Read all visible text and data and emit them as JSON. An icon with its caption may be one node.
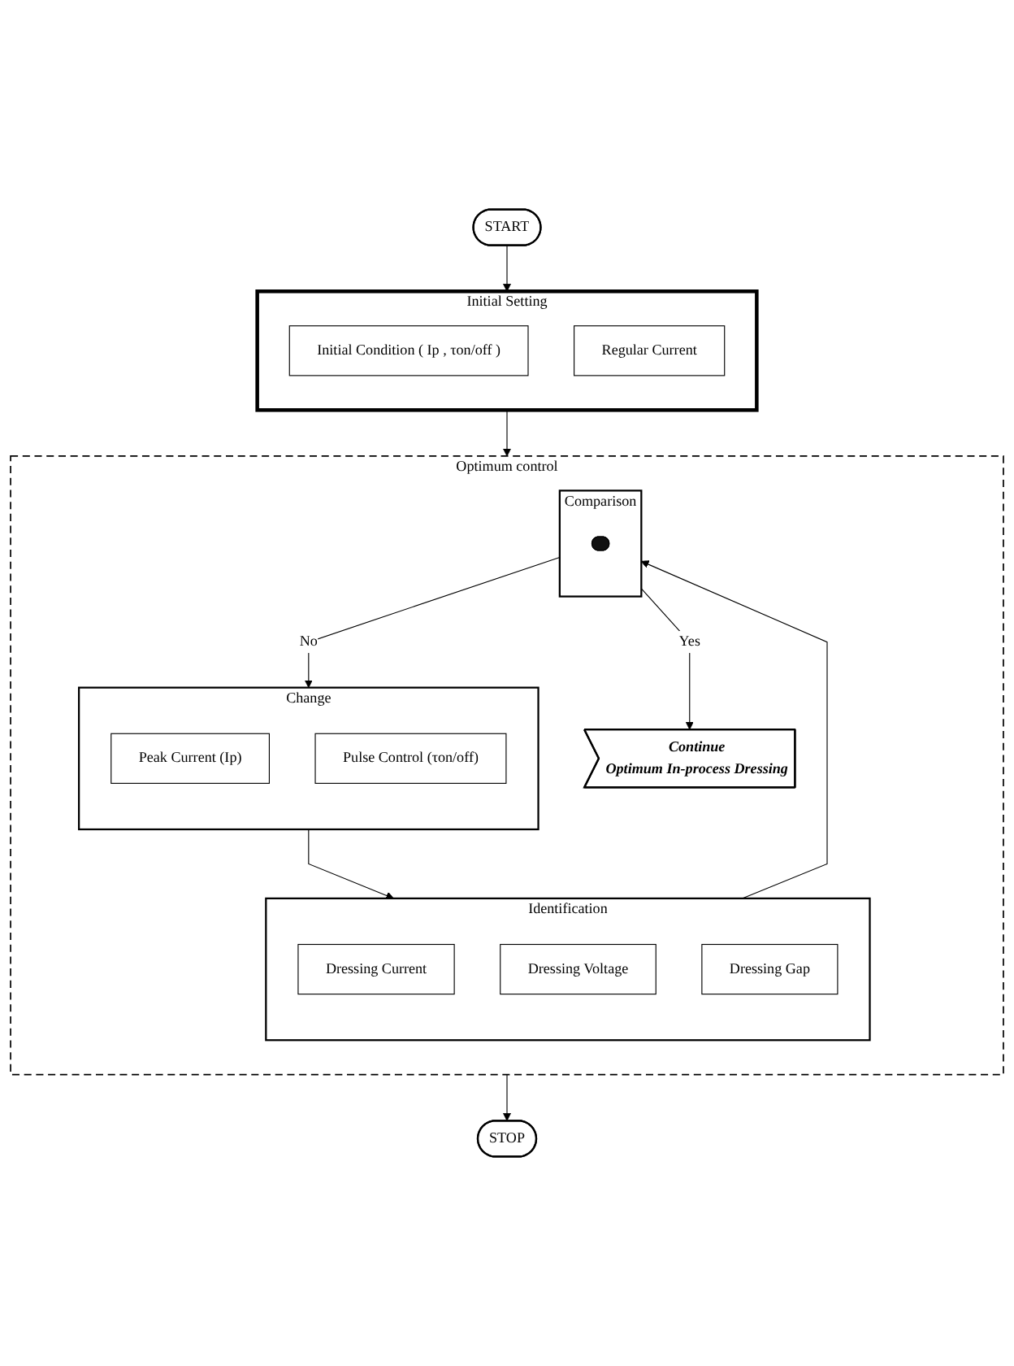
{
  "diagram": {
    "nodes": [
      {
        "text": [
          "START"
        ]
      },
      {
        "text": [
          "Initial Setting"
        ]
      },
      {
        "text": [
          "Initial Condition ( Ip , τon/off )"
        ],
        "in": 1
      },
      {
        "text": [
          "Regular Current"
        ],
        "in": 1
      },
      {
        "text": [
          "Optimum control"
        ]
      },
      {
        "text": [
          "Change"
        ],
        "in": 4
      },
      {
        "text": [
          "Peak Current (Ip)"
        ],
        "in": 5
      },
      {
        "text": [
          "Pulse Control (τon/off)"
        ],
        "in": 5
      },
      {
        "text": [
          "Identification"
        ],
        "in": 4
      },
      {
        "text": [
          "Dressing Current"
        ],
        "in": 8
      },
      {
        "text": [
          "Dressing Voltage"
        ],
        "in": 8
      },
      {
        "text": [
          "Dressing Gap"
        ],
        "in": 8
      },
      {
        "text": [
          "Comparison"
        ],
        "in": 4
      },
      {
        "text": [],
        "shape": "ellipse",
        "in": 12
      },
      {
        "text": [
          "Continue",
          "Optimum In-process Dressing"
        ],
        "in": 4
      },
      {
        "text": [
          "STOP"
        ]
      }
    ],
    "edges": [
      {
        "from": 0,
        "to": 1,
        "arrow": "to"
      },
      {
        "from": 1,
        "to": 4,
        "arrow": "to"
      },
      {
        "from": 5,
        "to": 8,
        "arrow": "to"
      },
      {
        "from": 8,
        "to": 12,
        "arrow": "to"
      },
      {
        "from": 12,
        "to": 5,
        "label": "No",
        "arrow": "to"
      },
      {
        "from": 12,
        "to": 14,
        "label": "Yes",
        "arrow": "to"
      },
      {
        "from": 4,
        "to": 15,
        "arrow": "to"
      }
    ]
  }
}
